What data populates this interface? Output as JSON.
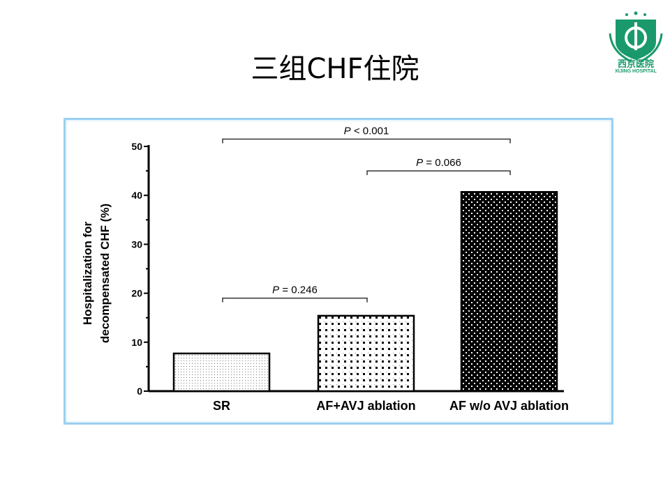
{
  "slide": {
    "title": "三组CHF住院"
  },
  "logo": {
    "name_cn": "西京医院",
    "name_en": "XIJING HOSPITAL",
    "color": "#1a9a6c"
  },
  "chart_data": {
    "type": "bar",
    "title": "",
    "xlabel": "",
    "ylabel_line1": "Hospitalization for",
    "ylabel_line2": "decompensated CHF (%)",
    "categories": [
      "SR",
      "AF+AVJ ablation",
      "AF w/o AVJ ablation"
    ],
    "values": [
      7.7,
      15.4,
      40.7
    ],
    "ylim": [
      0,
      50
    ],
    "yticks": [
      "0",
      "10",
      "20",
      "30",
      "40",
      "50"
    ],
    "grid": false,
    "comparisons": [
      {
        "from": 0,
        "to": 1,
        "label": "P = 0.246",
        "p_italic": "P",
        "rest": " = 0.246",
        "level": 19
      },
      {
        "from": 1,
        "to": 2,
        "label": "P = 0.066",
        "p_italic": "P",
        "rest": " = 0.066",
        "level": 45
      },
      {
        "from": 0,
        "to": 2,
        "label": "P < 0.001",
        "p_italic": "P",
        "rest": " < 0.001",
        "level": 51.5
      }
    ]
  }
}
